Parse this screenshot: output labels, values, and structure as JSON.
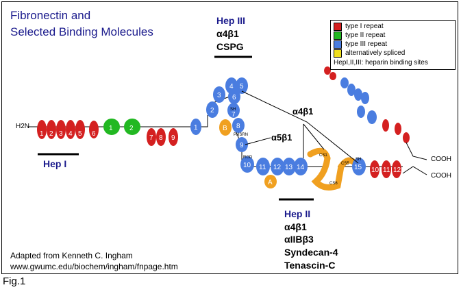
{
  "title": {
    "line1": "Fibronectin and",
    "line2": "Selected Binding Molecules"
  },
  "heparin_sites": {
    "hep1": {
      "label": "Hep I"
    },
    "hep2": {
      "label": "Hep II",
      "molecules": [
        "α4β1",
        "αIIBβ3",
        "Syndecan-4",
        "Tenascin-C"
      ]
    },
    "hep3": {
      "label": "Hep III",
      "molecules": [
        "α4β1",
        "CSPG"
      ]
    }
  },
  "binding_labels": {
    "a4b1": "α4β1",
    "a5b1": "α5β1"
  },
  "termini": {
    "n": "H2N",
    "c1": "COOH",
    "c2": "COOH"
  },
  "legend": {
    "items": [
      {
        "label": "type I repeat",
        "color": "#d42020"
      },
      {
        "label": "type II repeat",
        "color": "#22b822"
      },
      {
        "label": "type III repeat",
        "color": "#4a7de0"
      },
      {
        "label": "alternatively spliced",
        "color": "#f0e020"
      }
    ],
    "note": "HepI,II,III: heparin binding sites"
  },
  "credit": {
    "line1": "Adapted from Kenneth C. Ingham",
    "line2": "www.gwumc.edu/biochem/ingham/fnpage.htm"
  },
  "figure_label": "Fig.1",
  "modules": {
    "type1_left": [
      "1",
      "2",
      "3",
      "4",
      "5"
    ],
    "type1_6": "6",
    "type2": [
      "1",
      "2"
    ],
    "type1_mid": [
      "7",
      "8",
      "9"
    ],
    "type3_upper": [
      "1",
      "2",
      "3",
      "4",
      "5",
      "6",
      "7",
      "8"
    ],
    "type3_lower": [
      "9",
      "10",
      "11",
      "12",
      "13",
      "14"
    ],
    "type3_15": "15",
    "type1_right": [
      "10",
      "11",
      "12"
    ],
    "spliced": [
      "B",
      "A"
    ],
    "small_labels": {
      "rgd": "RGD",
      "phsrn": "PHSRN",
      "sh1": "SH",
      "sh2": "SH",
      "cs1": "CS1",
      "cs5": "CS5",
      "cs6": "CS6"
    }
  },
  "colors": {
    "type1": "#d42020",
    "type2": "#22b822",
    "type3": "#4a7de0",
    "spliced": "#f0a020",
    "title": "#1a1a8c"
  }
}
